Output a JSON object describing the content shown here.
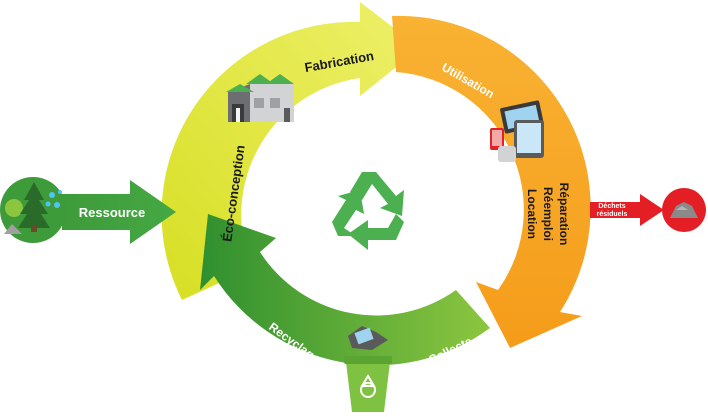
{
  "stages": {
    "ressource": "Ressource",
    "eco_conception": "Éco-conception",
    "fabrication": "Fabrication",
    "utilisation": "Utilisation",
    "reparation": "Réparation",
    "reemploi": "Réemploi",
    "location": "Location",
    "collecte": "Collecte",
    "recyclage": "Recyclage",
    "dechets_line1": "Déchets",
    "dechets_line2": "résiduels"
  },
  "colors": {
    "green_dark": "#3a9a35",
    "green_light": "#cfdc24",
    "yellow_green": "#d9e021",
    "orange": "#f7a734",
    "red": "#e31e24",
    "recycle_symbol": "#4caf50"
  },
  "icons": [
    "forest-icon",
    "factory-icon",
    "devices-icon",
    "recycling-bin-icon",
    "recycle-symbol-icon",
    "waste-pile-icon"
  ]
}
